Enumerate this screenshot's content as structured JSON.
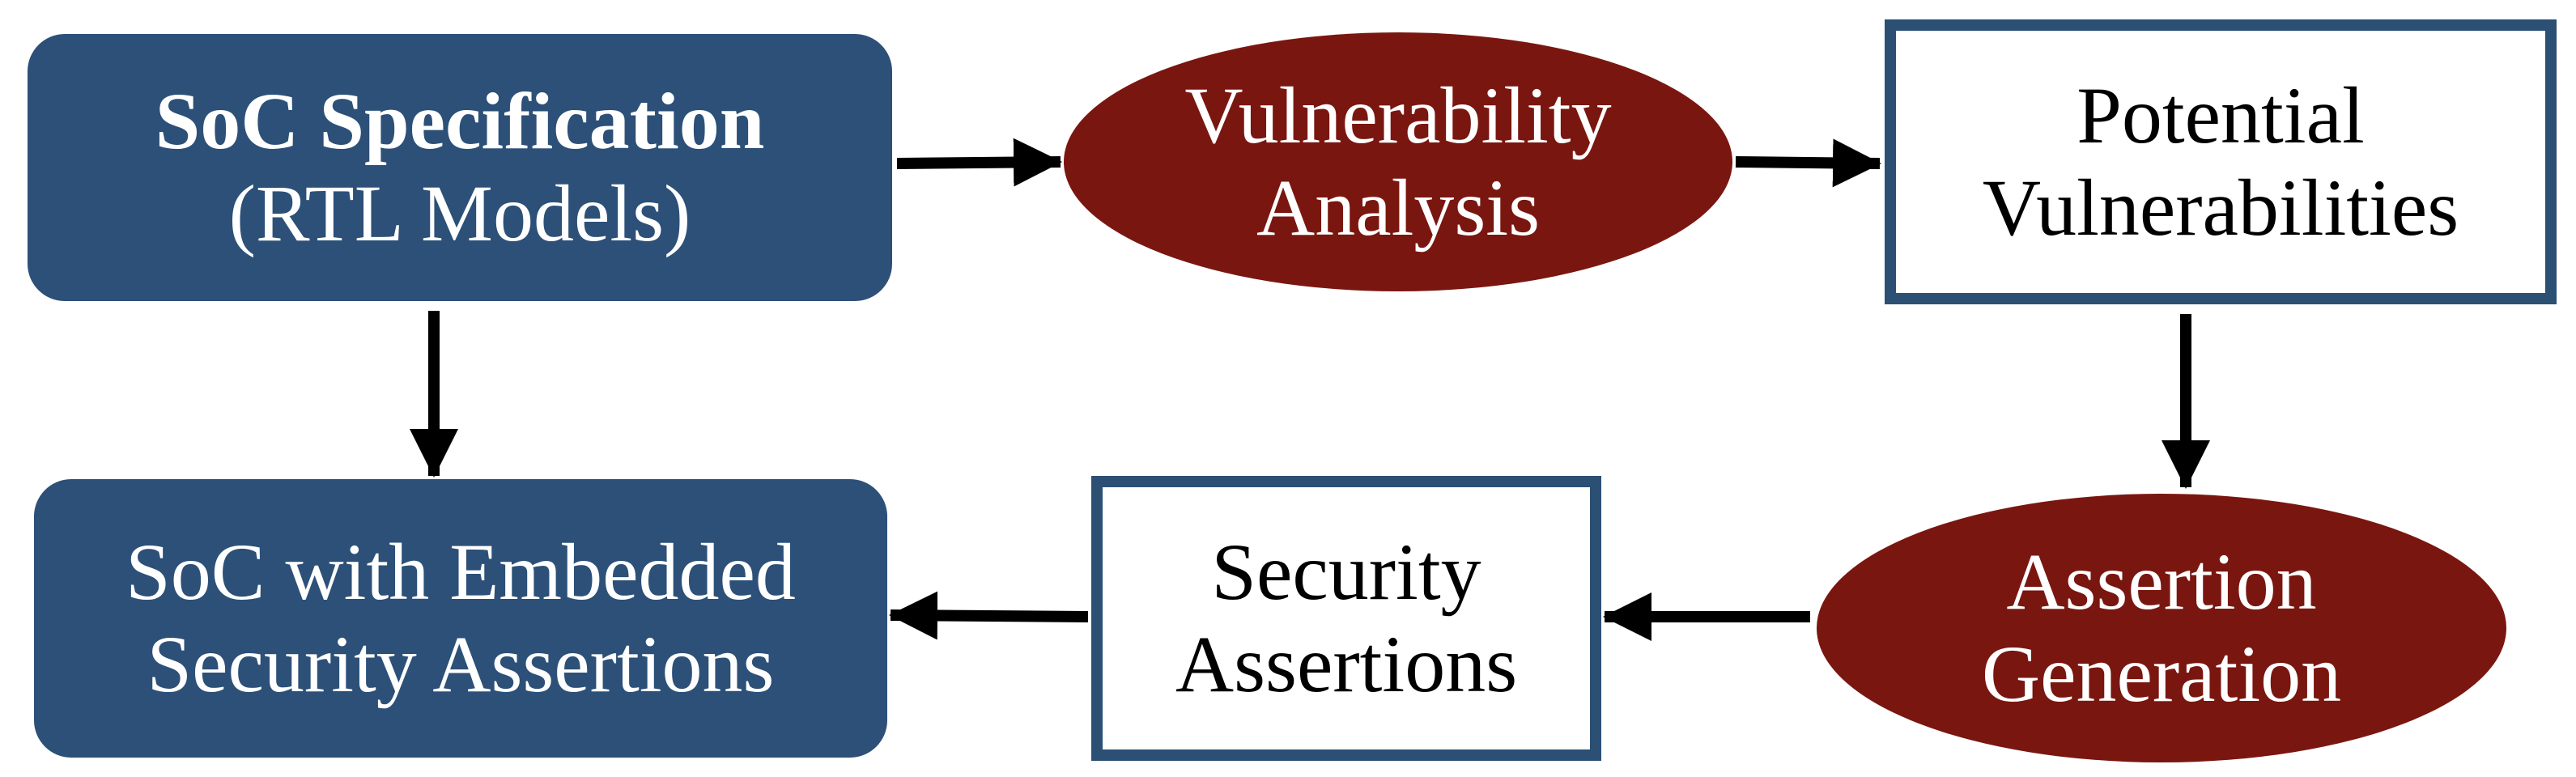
{
  "colors": {
    "navy": "#2c5078",
    "maroon": "#7a1610",
    "border": "#2c4f74",
    "arrow": "#000000"
  },
  "nodes": {
    "soc_specification": {
      "line1": "SoC Specification",
      "line2": "(RTL Models)"
    },
    "vulnerability_analysis": {
      "line1": "Vulnerability",
      "line2": "Analysis"
    },
    "potential_vulnerabilities": {
      "line1": "Potential",
      "line2": "Vulnerabilities"
    },
    "assertion_generation": {
      "line1": "Assertion",
      "line2": "Generation"
    },
    "security_assertions": {
      "line1": "Security",
      "line2": "Assertions"
    },
    "soc_embedded": {
      "line1": "SoC with Embedded",
      "line2": "Security Assertions"
    }
  },
  "edges": [
    {
      "from": "soc_specification",
      "to": "vulnerability_analysis"
    },
    {
      "from": "vulnerability_analysis",
      "to": "potential_vulnerabilities"
    },
    {
      "from": "potential_vulnerabilities",
      "to": "assertion_generation"
    },
    {
      "from": "assertion_generation",
      "to": "security_assertions"
    },
    {
      "from": "security_assertions",
      "to": "soc_embedded"
    },
    {
      "from": "soc_specification",
      "to": "soc_embedded"
    }
  ]
}
